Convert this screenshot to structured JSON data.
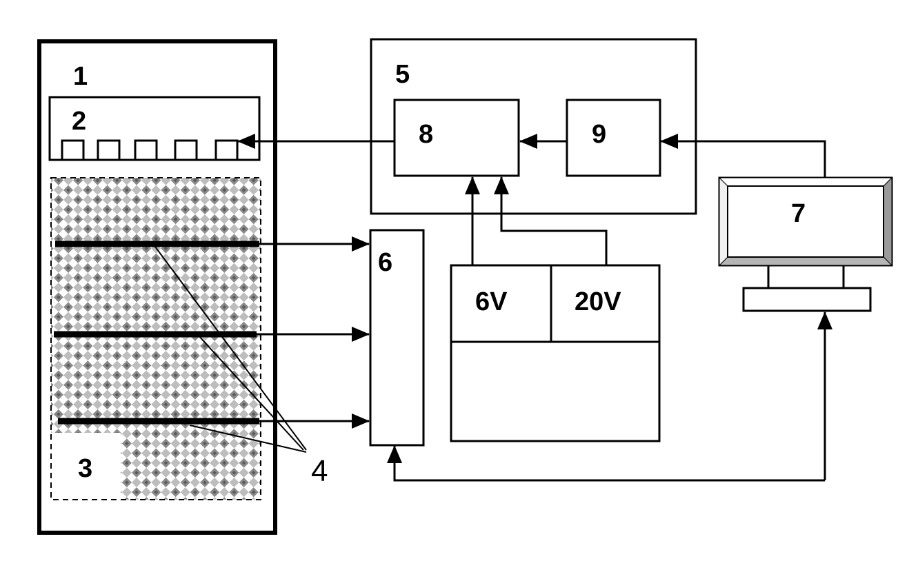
{
  "labels": {
    "vessel": "1",
    "top_module": "2",
    "corner": "3",
    "electrodes": "4",
    "controller": "5",
    "acquisition": "6",
    "computer": "7",
    "inner_block_8": "8",
    "inner_block_9": "9",
    "supply_6v": "6V",
    "supply_20v": "20V"
  }
}
